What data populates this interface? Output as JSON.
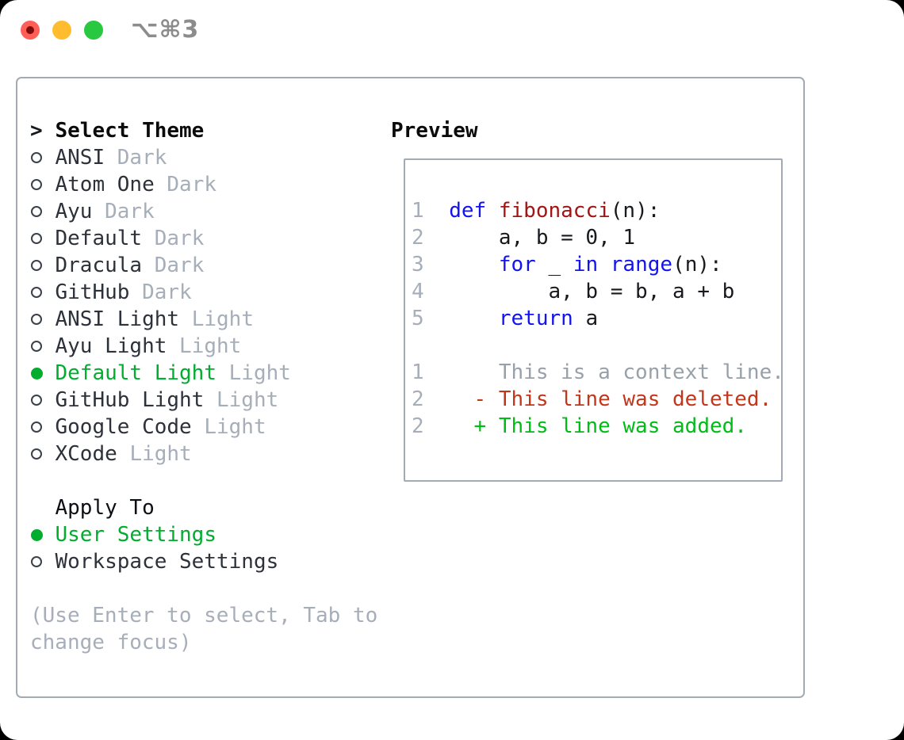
{
  "window": {
    "title": "⌥⌘3"
  },
  "colors": {
    "text_dark": "#2c313a",
    "muted_gray": "#a6aeb9",
    "accent_green": "#00ad2f",
    "added_green": "#00bd16",
    "deleted_red": "#c2361b",
    "keyword_blue": "#1313ee",
    "function_red": "#a31414",
    "border_gray": "#a2aab4",
    "title_gray": "#8c8c8c",
    "light_red": "#ff5f57",
    "light_yellow": "#febc2e",
    "light_green": "#28c840"
  },
  "theme_list": {
    "header": {
      "marker": ">",
      "label": "Select Theme"
    },
    "items": [
      {
        "name": "ANSI",
        "tag": "Dark",
        "selected": false
      },
      {
        "name": "Atom One",
        "tag": "Dark",
        "selected": false
      },
      {
        "name": "Ayu",
        "tag": "Dark",
        "selected": false
      },
      {
        "name": "Default",
        "tag": "Dark",
        "selected": false
      },
      {
        "name": "Dracula",
        "tag": "Dark",
        "selected": false
      },
      {
        "name": "GitHub",
        "tag": "Dark",
        "selected": false
      },
      {
        "name": "ANSI Light",
        "tag": "Light",
        "selected": false
      },
      {
        "name": "Ayu Light",
        "tag": "Light",
        "selected": false
      },
      {
        "name": "Default Light",
        "tag": "Light",
        "selected": true
      },
      {
        "name": "GitHub Light",
        "tag": "Light",
        "selected": false
      },
      {
        "name": "Google Code",
        "tag": "Light",
        "selected": false
      },
      {
        "name": "XCode",
        "tag": "Light",
        "selected": false
      }
    ]
  },
  "apply_to": {
    "header": "Apply To",
    "options": [
      {
        "label": "User Settings",
        "selected": true
      },
      {
        "label": "Workspace Settings",
        "selected": false
      }
    ]
  },
  "hint_lines": [
    "(Use Enter to select, Tab to",
    "change focus)"
  ],
  "preview": {
    "header": "Preview",
    "code_lines": [
      {
        "num": "1",
        "tokens": [
          {
            "t": "def ",
            "c": "kw"
          },
          {
            "t": "fibonacci",
            "c": "fn"
          },
          {
            "t": "(n):",
            "c": "plain"
          }
        ]
      },
      {
        "num": "2",
        "tokens": [
          {
            "t": "    a, b = 0, 1",
            "c": "plain"
          }
        ]
      },
      {
        "num": "3",
        "tokens": [
          {
            "t": "    ",
            "c": "plain"
          },
          {
            "t": "for",
            "c": "kw"
          },
          {
            "t": " _ ",
            "c": "plain"
          },
          {
            "t": "in",
            "c": "kw"
          },
          {
            "t": " ",
            "c": "plain"
          },
          {
            "t": "range",
            "c": "kw"
          },
          {
            "t": "(n):",
            "c": "plain"
          }
        ]
      },
      {
        "num": "4",
        "tokens": [
          {
            "t": "        a, b = b, a + b",
            "c": "plain"
          }
        ]
      },
      {
        "num": "5",
        "tokens": [
          {
            "t": "    ",
            "c": "plain"
          },
          {
            "t": "return",
            "c": "kw"
          },
          {
            "t": " a",
            "c": "plain"
          }
        ]
      }
    ],
    "diff_lines": [
      {
        "num": "1",
        "tokens": [
          {
            "t": "    This is a context line.",
            "c": "ctx"
          }
        ]
      },
      {
        "num": "2",
        "tokens": [
          {
            "t": "  - This line was deleted.",
            "c": "del"
          }
        ]
      },
      {
        "num": "2",
        "tokens": [
          {
            "t": "  + This line was added.",
            "c": "add"
          }
        ]
      }
    ]
  }
}
